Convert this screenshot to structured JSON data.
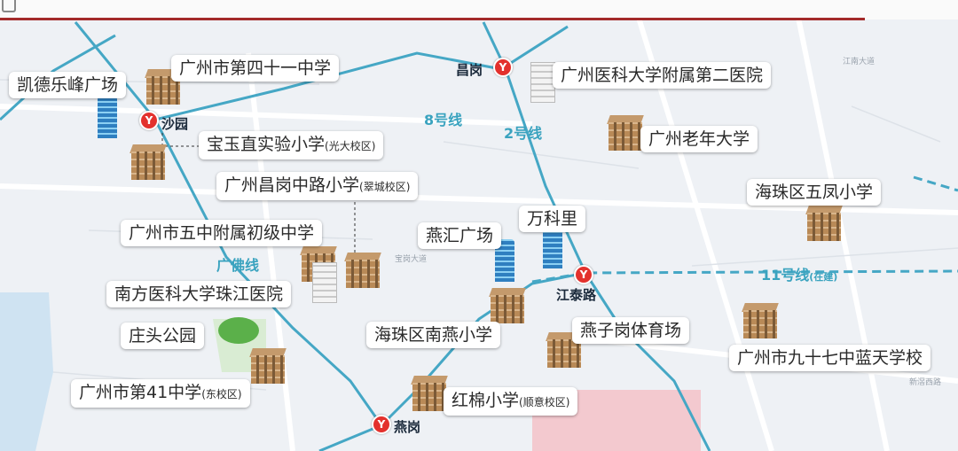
{
  "header": {
    "title": ""
  },
  "colors": {
    "metro_line": "#45a7c5",
    "metro_icon": "#e3312d",
    "header_bar": "#a32a2a",
    "label_bg": "#ffffff"
  },
  "stations": {
    "shayuan": "沙园",
    "changgang": "昌岗",
    "jiangtailu": "江泰路",
    "yangang": "燕岗"
  },
  "lines": {
    "line8": "8号线",
    "line2": "2号线",
    "guangfo": "广佛线",
    "line11": "11号线",
    "line11_note": "(在建)"
  },
  "pois": {
    "kaide": "凯德乐峰广场",
    "school41_top": "广州市第四十一中学",
    "baoyu": "宝玉直实验小学",
    "baoyu_note": "(光大校区)",
    "changgangzhonglu": "广州昌岗中路小学",
    "changgangzhonglu_note": "(翠城校区)",
    "wuzhong": "广州市五中附属初级中学",
    "nanfang": "南方医科大学珠江医院",
    "zhuangtou": "庄头公园",
    "school41_east": "广州市第41中学",
    "school41_east_note": "(东校区)",
    "yike": "广州医科大学附属第二医院",
    "laonian": "广州老年大学",
    "wufeng": "海珠区五凤小学",
    "wankeli": "万科里",
    "yanhui": "燕汇广场",
    "nanyan": "海珠区南燕小学",
    "yanzigang": "燕子岗体育场",
    "lantian": "广州市九十七中蓝天学校",
    "hongmian": "红棉小学",
    "hongmian_note": "(顺意校区)"
  },
  "map_text": [
    "宝岗大道",
    "新滘西路",
    "江南大道"
  ]
}
